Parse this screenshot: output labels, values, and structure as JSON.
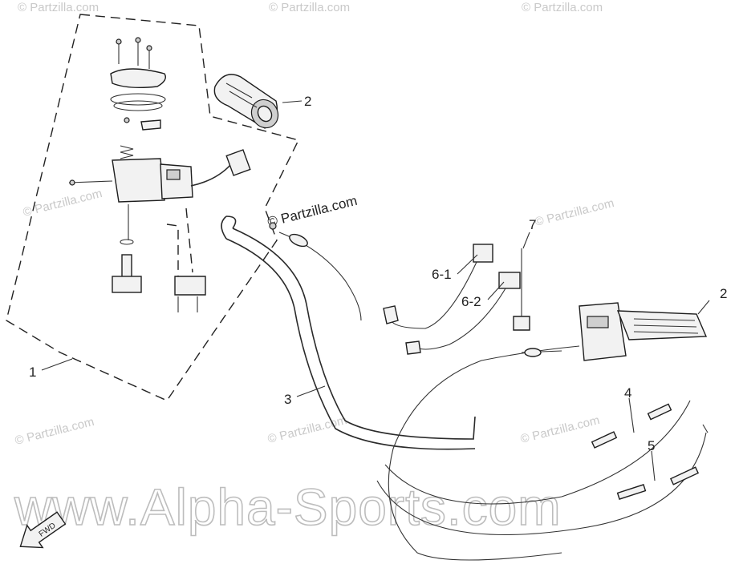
{
  "diagram": {
    "callouts": {
      "c1": "1",
      "c2_grip_left": "2",
      "c2_grip_right": "2",
      "c3": "3",
      "c4": "4",
      "c5": "5",
      "c6_1": "6-1",
      "c6_2": "6-2",
      "c7": "7"
    },
    "watermarks": {
      "partzilla_small": "© Partzilla.com",
      "partzilla_center": "© Partzilla.com",
      "alpha_sports": "www.Alpha-Sports.com"
    },
    "arrow_label": "FWD"
  }
}
